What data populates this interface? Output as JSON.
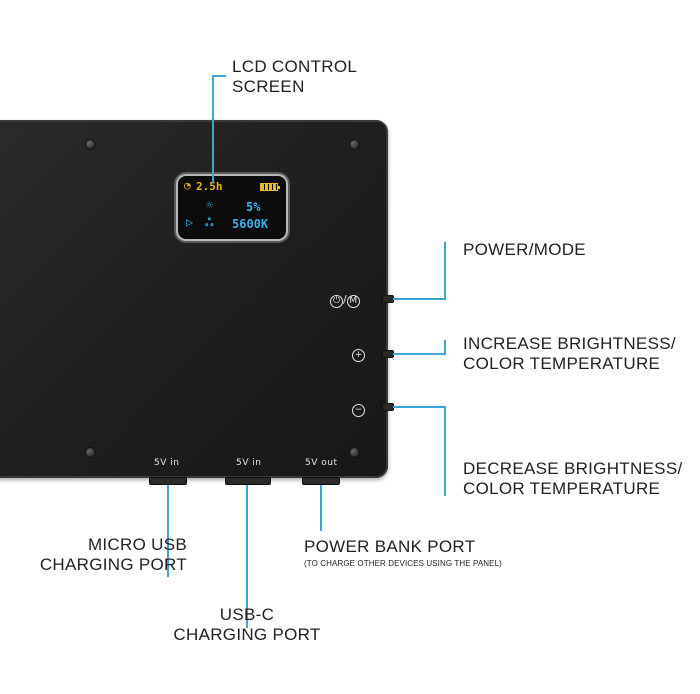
{
  "lcd": {
    "timer": "2.5h",
    "brightness": "5%",
    "color_temp": "5600K"
  },
  "ports": {
    "micro_usb_label": "5V in",
    "usbc_label": "5V in",
    "out_label": "5V out"
  },
  "buttons": {
    "mode_symbol": "M",
    "plus_symbol": "+",
    "minus_symbol": "−"
  },
  "callouts": {
    "lcd_line1": "LCD CONTROL",
    "lcd_line2": "SCREEN",
    "power_mode": "POWER/MODE",
    "increase_line1": "INCREASE BRIGHTNESS/",
    "increase_line2": "COLOR TEMPERATURE",
    "decrease_line1": "DECREASE BRIGHTNESS/",
    "decrease_line2": "COLOR TEMPERATURE",
    "micro_line1": "MICRO USB",
    "micro_line2": "CHARGING PORT",
    "powerbank_line1": "POWER BANK PORT",
    "powerbank_line2": "(TO CHARGE OTHER DEVICES USING THE PANEL)",
    "usbc_line1": "USB-C",
    "usbc_line2": "CHARGING PORT"
  },
  "colors": {
    "accent_line": "#3aa6d6",
    "lcd_yellow": "#e8b81c",
    "lcd_blue": "#3ab0ea"
  }
}
